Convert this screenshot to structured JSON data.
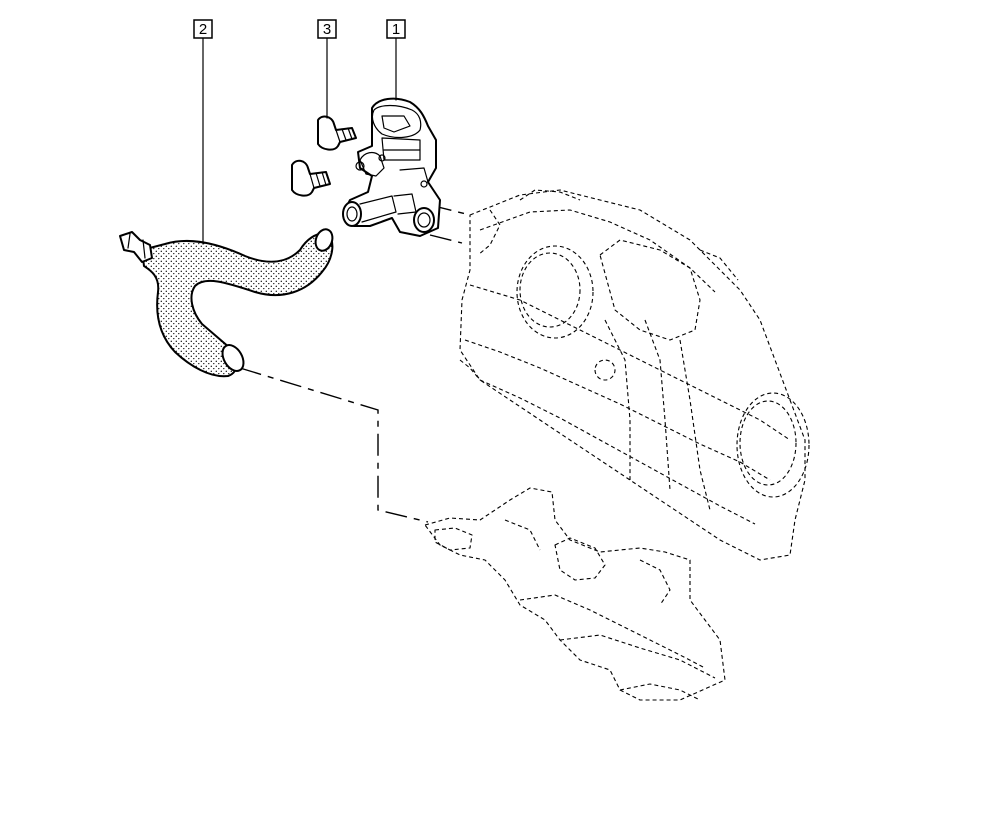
{
  "callouts": [
    {
      "id": "1",
      "label": "1"
    },
    {
      "id": "2",
      "label": "2"
    },
    {
      "id": "3",
      "label": "3"
    }
  ],
  "parts": {
    "valve": "1",
    "hose": "2",
    "bolts": "3"
  },
  "colors": {
    "line": "#000000",
    "background": "#ffffff"
  }
}
